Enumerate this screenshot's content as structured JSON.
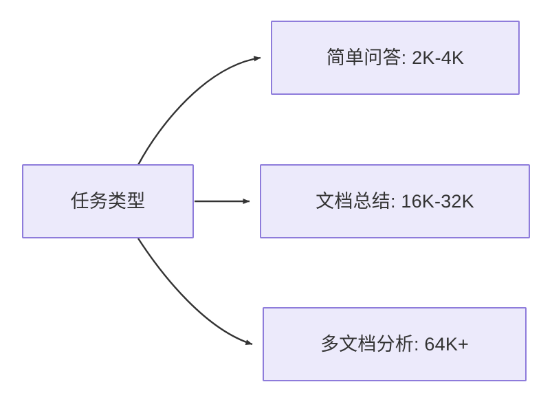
{
  "diagram": {
    "type": "flowchart",
    "direction": "left-to-right",
    "background_color": "#FFFFFF",
    "node_fill_color": "#ECEAFB",
    "node_border_color": "#8E7CDB",
    "node_text_color": "#333333",
    "edge_color": "#333333",
    "root": {
      "id": "task-type",
      "label": "任务类型"
    },
    "branches": [
      {
        "id": "simple-qa",
        "label": "简单问答: 2K-4K",
        "task": "简单问答",
        "token_range": "2K-4K",
        "edge_style": "curved",
        "edge_arrow": "triangle"
      },
      {
        "id": "doc-summary",
        "label": "文档总结: 16K-32K",
        "task": "文档总结",
        "token_range": "16K-32K",
        "edge_style": "straight",
        "edge_arrow": "triangle"
      },
      {
        "id": "multi-doc",
        "label": "多文档分析: 64K+",
        "task": "多文档分析",
        "token_range": "64K+",
        "edge_style": "curved",
        "edge_arrow": "triangle"
      }
    ]
  }
}
